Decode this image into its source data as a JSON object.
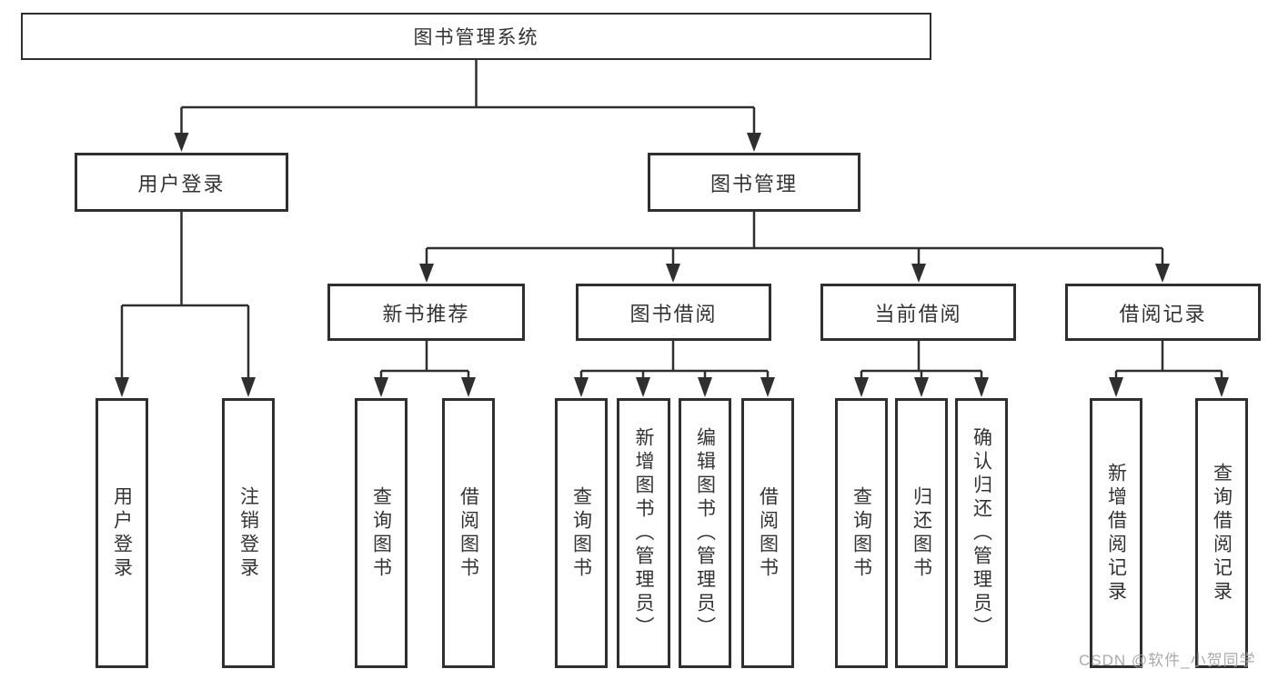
{
  "diagram": {
    "title": "图书管理系统",
    "branches": [
      {
        "label": "用户登录",
        "children": [
          "用户登录",
          "注销登录"
        ]
      },
      {
        "label": "图书管理",
        "groups": [
          {
            "label": "新书推荐",
            "children": [
              "查询图书",
              "借阅图书"
            ]
          },
          {
            "label": "图书借阅",
            "children": [
              "查询图书",
              "新增图书（管理员）",
              "编辑图书（管理员）",
              "借阅图书"
            ]
          },
          {
            "label": "当前借阅",
            "children": [
              "查询图书",
              "归还图书",
              "确认归还（管理员）"
            ]
          },
          {
            "label": "借阅记录",
            "children": [
              "新增借阅记录",
              "查询借阅记录"
            ]
          }
        ]
      }
    ]
  },
  "watermark": "CSDN @软件_小贺同学",
  "colors": {
    "line": "#2f2f2f",
    "text": "#333333",
    "watermark": "#9e9e9e",
    "background": "#ffffff"
  }
}
